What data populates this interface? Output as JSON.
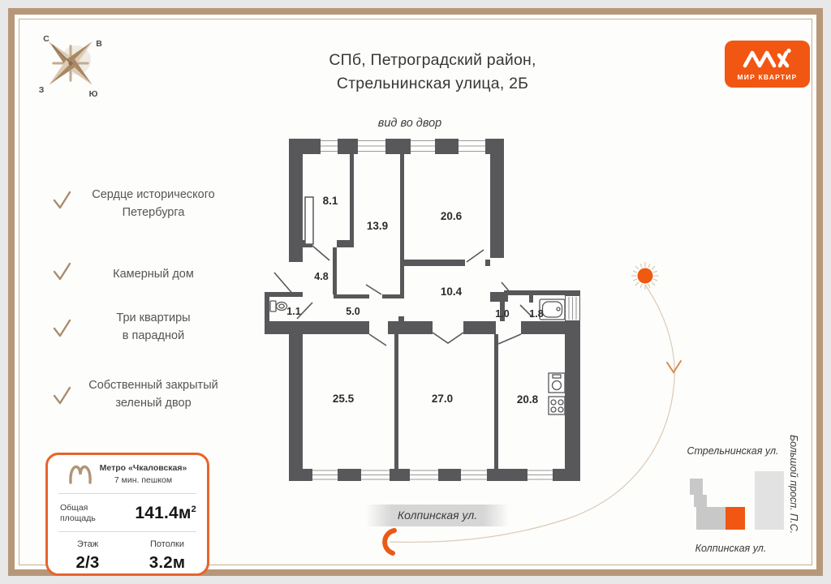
{
  "header": {
    "title_line1": "СПб, Петроградский район,",
    "title_line2": "Стрельнинская улица, 2Б"
  },
  "logo": {
    "brand": "МИР КВАРТИР"
  },
  "compass": {
    "north": "С",
    "east": "В",
    "west": "З",
    "south": "Ю"
  },
  "features": [
    {
      "line1": "Сердце исторического",
      "line2": "Петербурга"
    },
    {
      "line1": "Камерный дом",
      "line2": ""
    },
    {
      "line1": "Три квартиры",
      "line2": "в парадной"
    },
    {
      "line1": "Собственный закрытый",
      "line2": "зеленый двор"
    }
  ],
  "info_card": {
    "metro_name": "Метро «Чкаловская»",
    "metro_walk": "7 мин. пешком",
    "area_label_line1": "Общая",
    "area_label_line2": "площадь",
    "area_value": "141.4м",
    "area_sup": "2",
    "floor_label": "Этаж",
    "floor_value": "2/3",
    "ceiling_label": "Потолки",
    "ceiling_value": "3.2м"
  },
  "plan": {
    "view_label": "вид во двор",
    "street_label": "Колпинская ул.",
    "rooms": [
      {
        "name": "room-8-1",
        "area": "8.1"
      },
      {
        "name": "room-13-9",
        "area": "13.9"
      },
      {
        "name": "room-20-6",
        "area": "20.6"
      },
      {
        "name": "hall-4-8",
        "area": "4.8"
      },
      {
        "name": "hall-10-4",
        "area": "10.4"
      },
      {
        "name": "wc-1-1",
        "area": "1.1"
      },
      {
        "name": "hall-5-0",
        "area": "5.0"
      },
      {
        "name": "hall-1-0",
        "area": "1.0"
      },
      {
        "name": "bath-1-8",
        "area": "1.8"
      },
      {
        "name": "room-25-5",
        "area": "25.5"
      },
      {
        "name": "room-27-0",
        "area": "27.0"
      },
      {
        "name": "kitchen-20-8",
        "area": "20.8"
      }
    ]
  },
  "minimap": {
    "street_top": "Стрельнинская ул.",
    "street_right": "Большой просп. П.С.",
    "street_bottom": "Колпинская ул."
  },
  "colors": {
    "accent": "#F15712",
    "bronze": "#B5977B",
    "wall": "#58585A"
  }
}
